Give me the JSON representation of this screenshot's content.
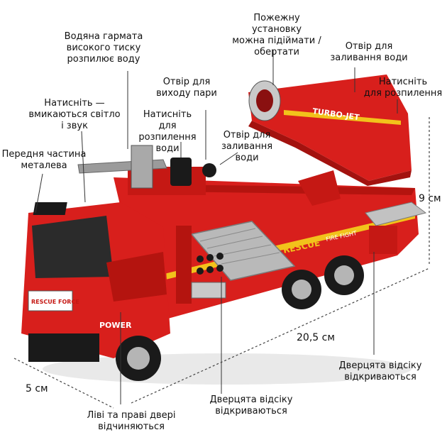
{
  "annotations": {
    "water_cannon": "Водяна гармата\nвисокого тиску\nрозпилює воду",
    "rotate_mount": "Пожежну установку\nможна підіймати /\nобертати",
    "water_inlet_top": "Отвір для\nзаливання води",
    "press_spray_right": "Натисніть\nдля розпилення",
    "steam_outlet": "Отвір для\nвиходу пари",
    "press_spray_mid": "Натисніть\nдля розпилення\nводи",
    "press_light_sound": "Натисніть —\nвмикаються світло\nі звук",
    "water_inlet_mid": "Отвір для\nзаливання води",
    "metal_front": "Передня частина\nметалева",
    "compartment_door_right": "Дверцята відсіку\nвідкриваються",
    "compartment_door_bottom": "Дверцята відсіку\nвідкриваються",
    "cab_doors": "Ліві та праві двері\nвідчиняються"
  },
  "dimensions": {
    "height": "9 см",
    "length": "20,5 см",
    "width": "5 см"
  },
  "truck_markings": {
    "turbo_jet": "TURBO-JET",
    "rescue": "RESCUE",
    "fire_fight": "FIRE FIGHT",
    "rescue_force": "RESCUE FORCE",
    "power": "POWER"
  },
  "colors": {
    "body_red": "#d81f1c",
    "dark_red": "#a3120f",
    "yellow_stripe": "#f2c21b",
    "metal_grey": "#9b9b9b",
    "black": "#1a1a1a"
  }
}
